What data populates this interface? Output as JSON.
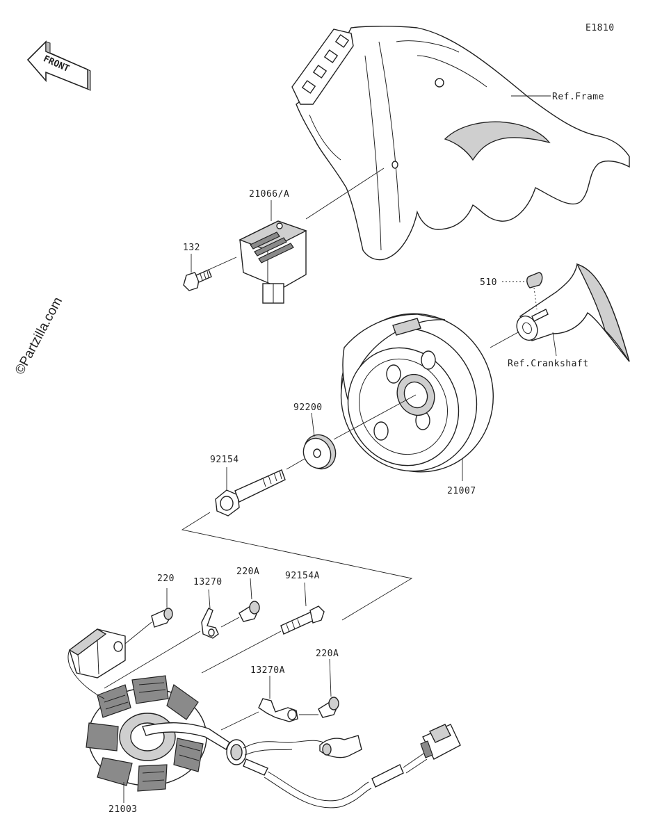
{
  "diagram_code": "E1810",
  "front_label": "FRONT",
  "watermark": "©Partzilla.com",
  "labels": {
    "ref_frame": "Ref.Frame",
    "regulator": "21066/A",
    "bolt_132": "132",
    "key_510": "510",
    "ref_crankshaft": "Ref.Crankshaft",
    "washer": "92200",
    "rotor_bolt": "92154",
    "rotor": "21007",
    "screw_220": "220",
    "clamp": "13270",
    "screw_220a_top": "220A",
    "stator_bolt": "92154A",
    "clamp_a": "13270A",
    "screw_220a_lower": "220A",
    "stator": "21003"
  },
  "colors": {
    "line": "#222222",
    "shade": "#cfcfcf",
    "dark_shade": "#8a8a8a",
    "background": "#ffffff"
  }
}
